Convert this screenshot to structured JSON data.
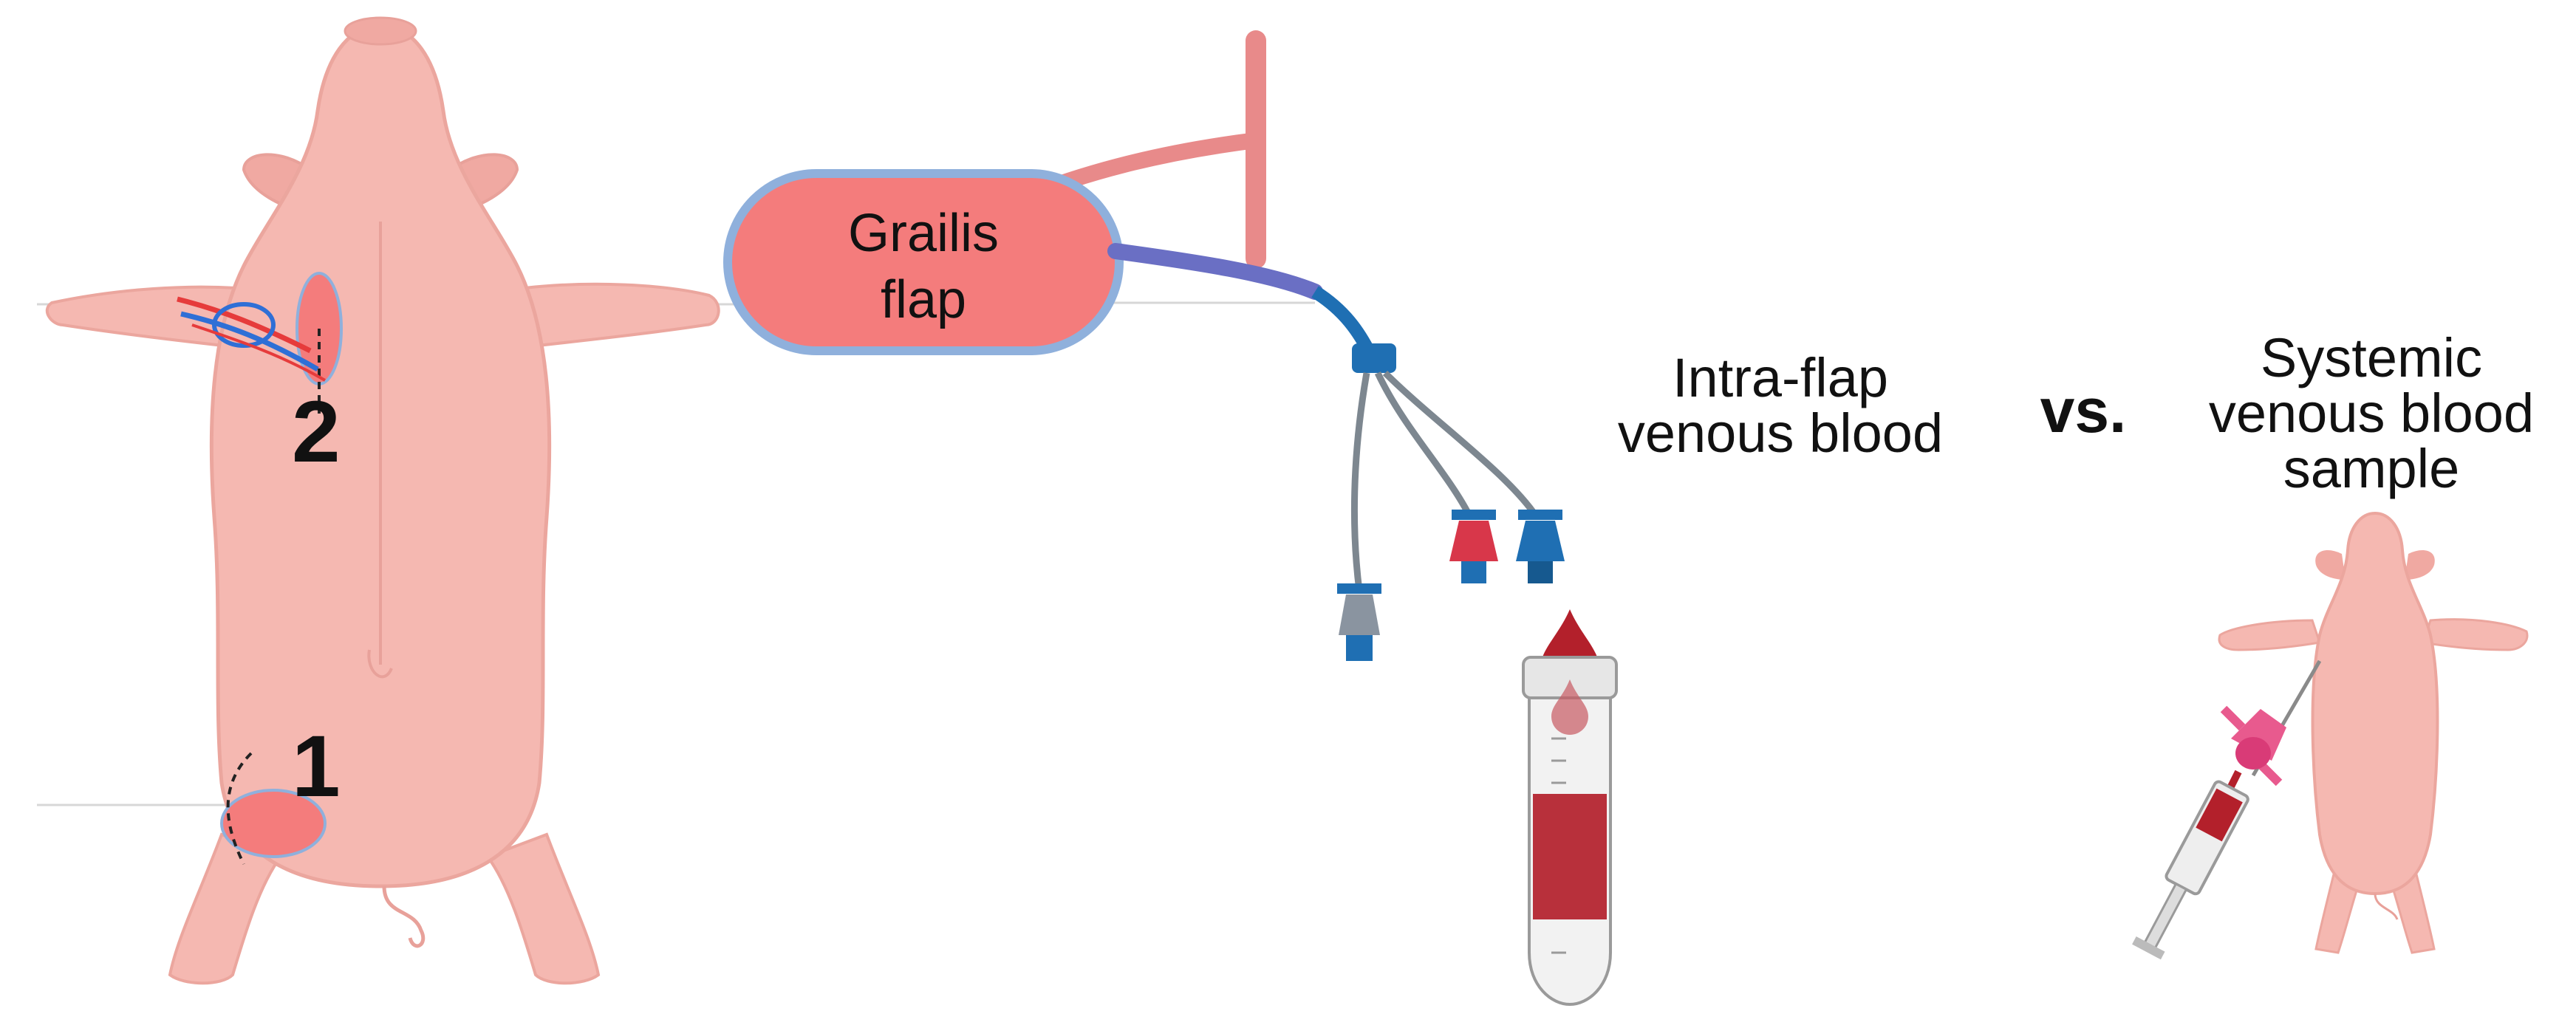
{
  "flap_label": {
    "line1": "Grailis",
    "line2": "flap"
  },
  "site_numbers": {
    "one": "1",
    "two": "2"
  },
  "intra_flap_label": {
    "line1": "Intra-flap",
    "line2": "venous blood"
  },
  "vs_label": "vs.",
  "systemic_label": {
    "line1": "Systemic",
    "line2": "venous blood",
    "line3": "sample"
  },
  "colors": {
    "pig_body": "#f5b8b1",
    "pig_shade": "#e8a19a",
    "flap_fill": "#f47c7c",
    "flap_outline": "#8fb0dc",
    "catheter_tube": "#6a6fc4",
    "catheter_hub_blue": "#1f6fb3",
    "catheter_hub_red": "#d8374a",
    "catheter_hub_grey": "#8a94a0",
    "blood": "#b3202b",
    "artery": "#e63b3b",
    "vein": "#2f6fd6",
    "vessel": "#e88a8a"
  },
  "icons": [
    "pig-illustration",
    "catheter-icon",
    "blood-drop-icon",
    "sample-tube-icon",
    "syringe-icon",
    "blood-vessel-icon"
  ]
}
